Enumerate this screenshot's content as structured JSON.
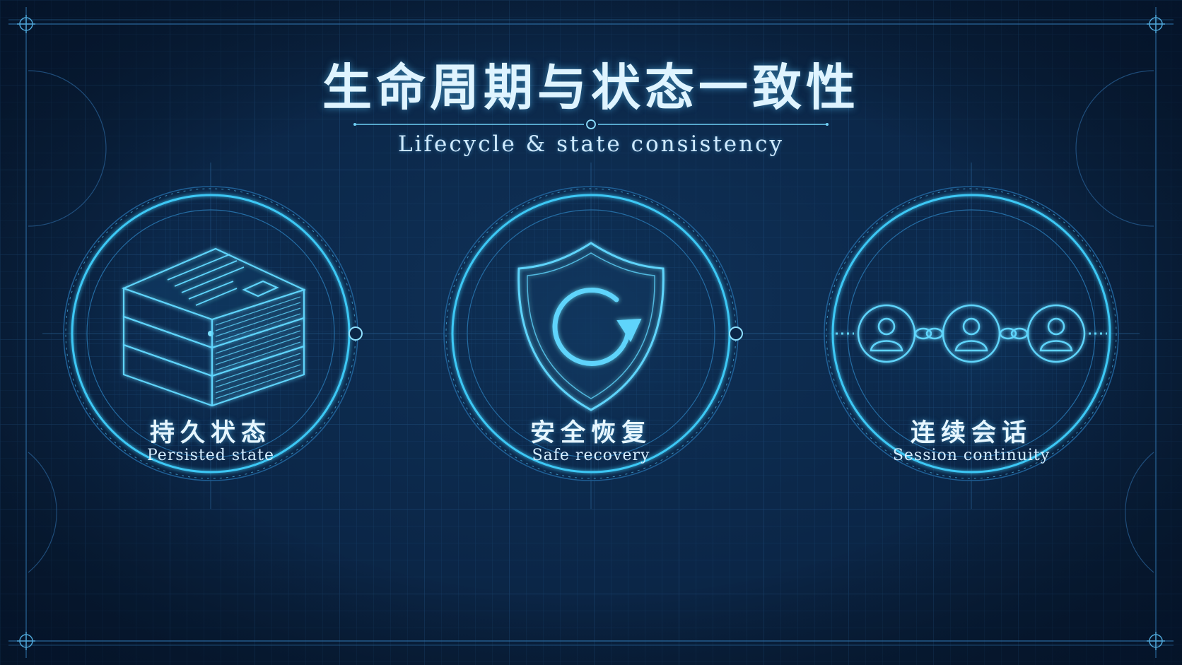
{
  "title": "生命周期与状态一致性",
  "subtitle": "Lifecycle & state consistency",
  "colors": {
    "background": "#0b2444",
    "grid": "#1d4a78",
    "accent": "#38c6f4",
    "accent_glow": "#7fe3ff",
    "text": "#dff4ff"
  },
  "nodes": [
    {
      "label": "持久状态",
      "sublabel": "Persisted state",
      "icon": "document-stack-icon"
    },
    {
      "label": "安全恢复",
      "sublabel": "Safe recovery",
      "icon": "shield-refresh-icon"
    },
    {
      "label": "连续会话",
      "sublabel": "Session continuity",
      "icon": "linked-users-icon"
    }
  ],
  "edges": [
    {
      "from": "持久状态",
      "to": "安全恢复"
    },
    {
      "from": "安全恢复",
      "to": "连续会话"
    }
  ]
}
